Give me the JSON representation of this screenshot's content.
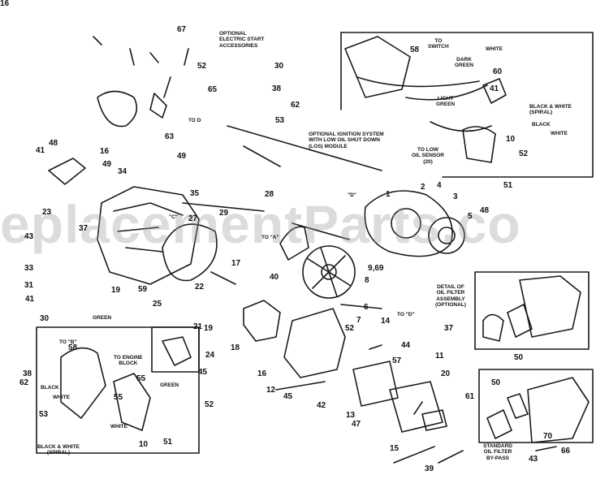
{
  "diagram": {
    "watermark_text": "eplacementParts.co",
    "captions": {
      "electric_start": "OPTIONAL\nELECTRIC START\nACCESSORIES",
      "ignition_system": "OPTIONAL IGNITION SYSTEM\nWITH LOW OIL SHUT DOWN\n(LOS) MODULE",
      "to_switch": "TO\nSWITCH",
      "dark_green": "DARK\nGREEN",
      "white_top": "WHITE",
      "light_green": "LIGHT\nGREEN",
      "black_white_spiral_top": "BLACK & WHITE\n(SPIRAL)",
      "black_top": "BLACK",
      "white_mid": "WHITE",
      "to_low_oil": "TO LOW\nOIL SENSOR\n(20)",
      "detail_oil_filter": "DETAIL OF\nOIL FILTER\nASSEMBLY\n(OPTIONAL)",
      "standard_oil_filter": "STANDARD\nOIL FILTER\nBY-PASS",
      "to_b": "TO \"B\"",
      "green_small": "GREEN",
      "to_engine_block": "TO ENGINE\nBLOCK",
      "green_mid": "GREEN",
      "black_left": "BLACK",
      "white_left": "WHITE",
      "white_small": "WHITE",
      "black_white_spiral_bottom": "BLACK & WHITE\n(SPIRAL)",
      "to_d_top": "TO D",
      "to_a": "TO \"A\"",
      "to_d_mid": "TO \"D\"",
      "d_label": "\"D\"",
      "c_label": "\"C\""
    },
    "part_numbers": [
      "67",
      "52",
      "65",
      "63",
      "30",
      "58",
      "60",
      "38",
      "62",
      "41",
      "53",
      "10",
      "52",
      "51",
      "48",
      "16",
      "49",
      "49",
      "34",
      "41",
      "35",
      "28",
      "29",
      "2",
      "4",
      "3",
      "23",
      "37",
      "27",
      "5",
      "48",
      "43",
      "33",
      "31",
      "41",
      "30",
      "38",
      "62",
      "58",
      "53",
      "51",
      "10",
      "9,69",
      "8",
      "6",
      "7",
      "40",
      "17",
      "22",
      "21",
      "19",
      "18",
      "16",
      "12",
      "45",
      "45",
      "42",
      "52",
      "14",
      "44",
      "57",
      "11",
      "20",
      "13",
      "47",
      "15",
      "39",
      "37",
      "50",
      "50",
      "61",
      "70",
      "66",
      "43",
      "24",
      "55",
      "55",
      "52",
      "1",
      "19",
      "59",
      "25",
      "16"
    ]
  }
}
